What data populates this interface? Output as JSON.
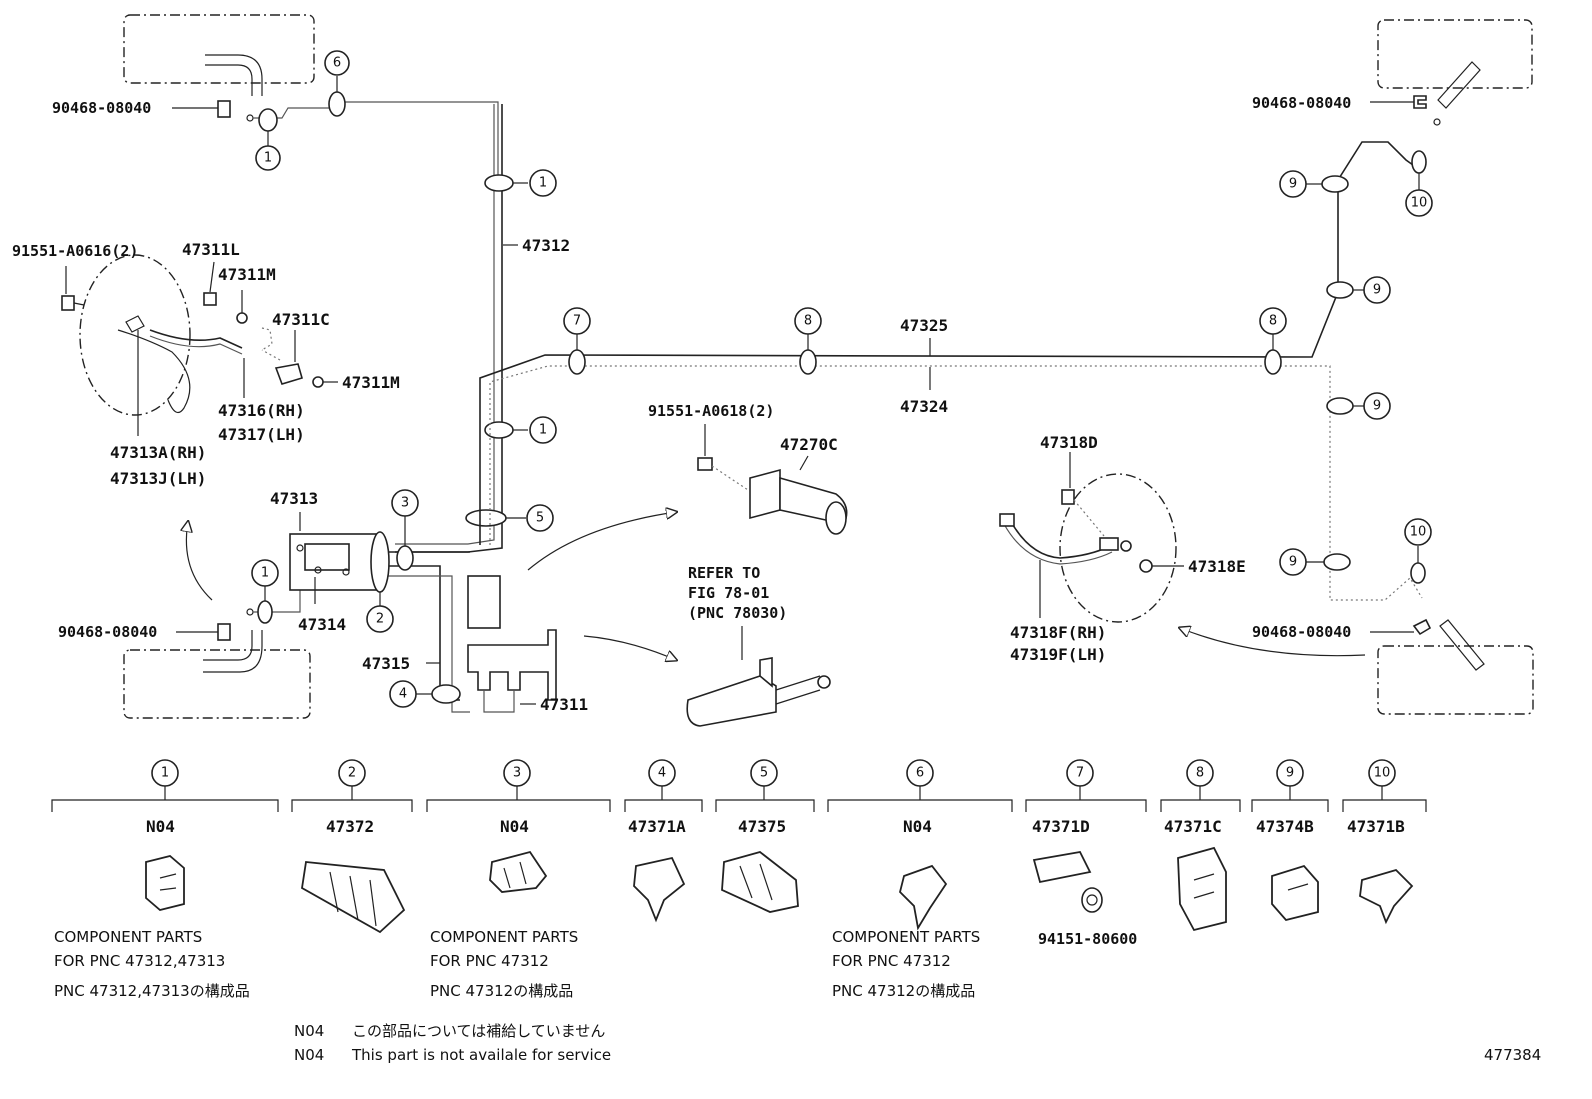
{
  "diagram": {
    "figure_id": "477384",
    "part_labels": {
      "p47312": "47312",
      "p47325": "47325",
      "p47324": "47324",
      "p91551_a0616": "91551-A0616(2)",
      "p47311l": "47311L",
      "p47311m_top": "47311M",
      "p47311c": "47311C",
      "p47311m_bot": "47311M",
      "p47316": "47316(RH)",
      "p47317": "47317(LH)",
      "p47313a": "47313A(RH)",
      "p47313j": "47313J(LH)",
      "p47313": "47313",
      "p47314": "47314",
      "p47315": "47315",
      "p47311": "47311",
      "p91551_a0618": "91551-A0618(2)",
      "p47270c": "47270C",
      "refer1": "REFER TO",
      "refer2": "FIG 78-01",
      "refer3": "(PNC 78030)",
      "p47318d": "47318D",
      "p47318e": "47318E",
      "p47318f": "47318F(RH)",
      "p47319f": "47319F(LH)",
      "p90468_tl": "90468-08040",
      "p90468_ml": "90468-08040",
      "p90468_tr": "90468-08040",
      "p90468_br": "90468-08040"
    },
    "callouts": {
      "c6_top": "6",
      "c1_a": "1",
      "c1_b": "1",
      "c1_c": "1",
      "c1_d": "1",
      "c3": "3",
      "c5": "5",
      "c2": "2",
      "c4": "4",
      "c7": "7",
      "c8_a": "8",
      "c8_b": "8",
      "c9_a": "9",
      "c9_b": "9",
      "c9_c": "9",
      "c9_d": "9",
      "c10_a": "10",
      "c10_b": "10"
    },
    "clamp_legend": [
      {
        "ref": "1",
        "part": "N04",
        "note1": "COMPONENT PARTS",
        "note2": "FOR PNC 47312,47313",
        "note3": "PNC 47312,47313の構成品"
      },
      {
        "ref": "2",
        "part": "47372"
      },
      {
        "ref": "3",
        "part": "N04",
        "note1": "COMPONENT PARTS",
        "note2": "FOR PNC 47312",
        "note3": "PNC 47312の構成品"
      },
      {
        "ref": "4",
        "part": "47371A"
      },
      {
        "ref": "5",
        "part": "47375"
      },
      {
        "ref": "6",
        "part": "N04",
        "note1": "COMPONENT PARTS",
        "note2": "FOR PNC 47312",
        "note3": "PNC 47312の構成品"
      },
      {
        "ref": "7",
        "part": "47371D",
        "extra": "94151-80600"
      },
      {
        "ref": "8",
        "part": "47371C"
      },
      {
        "ref": "9",
        "part": "47374B"
      },
      {
        "ref": "10",
        "part": "47371B"
      }
    ],
    "footnotes": {
      "code1": "N04",
      "text1": "この部品については補給していません",
      "code2": "N04",
      "text2": "This part is not availale for service"
    }
  }
}
